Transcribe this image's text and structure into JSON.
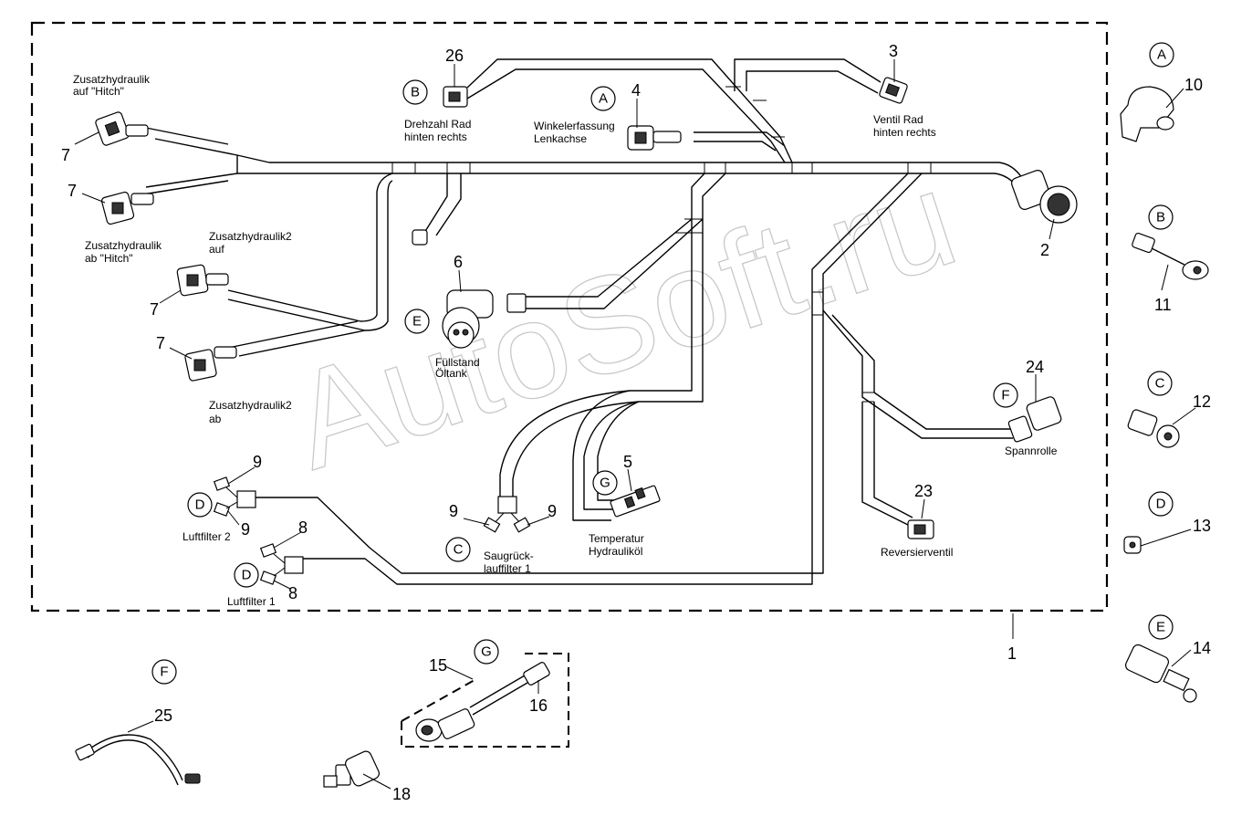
{
  "watermark": "AutoSoft.ru",
  "callouts": {
    "c1": "1",
    "c2": "2",
    "c3": "3",
    "c4": "4",
    "c5": "5",
    "c6": "6",
    "c7": "7",
    "c8": "8",
    "c9": "9",
    "c10": "10",
    "c11": "11",
    "c12": "12",
    "c13": "13",
    "c14": "14",
    "c15": "15",
    "c16": "16",
    "c18": "18",
    "c23": "23",
    "c24": "24",
    "c25": "25",
    "c26": "26"
  },
  "letters": {
    "A": "A",
    "B": "B",
    "C": "C",
    "D": "D",
    "E": "E",
    "F": "F",
    "G": "G"
  },
  "labels": {
    "zusatz_hitch_auf_1": "Zusatzhydraulik",
    "zusatz_hitch_auf_2": "auf \"Hitch\"",
    "zusatz_hitch_ab_1": "Zusatzhydraulik",
    "zusatz_hitch_ab_2": "ab \"Hitch\"",
    "zusatz2_auf_1": "Zusatzhydraulik2",
    "zusatz2_auf_2": "auf",
    "zusatz2_ab_1": "Zusatzhydraulik2",
    "zusatz2_ab_2": "ab",
    "drehzahl_1": "Drehzahl Rad",
    "drehzahl_2": "hinten rechts",
    "winkel_1": "Winkelerfassung",
    "winkel_2": "Lenkachse",
    "ventil_1": "Ventil Rad",
    "ventil_2": "hinten rechts",
    "fuellstand_1": "Füllstand",
    "fuellstand_2": "Öltank",
    "spannrolle": "Spannrolle",
    "luftfilter2": "Luftfilter 2",
    "luftfilter1": "Luftfilter 1",
    "saug_1": "Saugrück-",
    "saug_2": "lauffilter 1",
    "temp_1": "Temperatur",
    "temp_2": "Hydrauliköl",
    "reversier": "Reversierventil"
  }
}
